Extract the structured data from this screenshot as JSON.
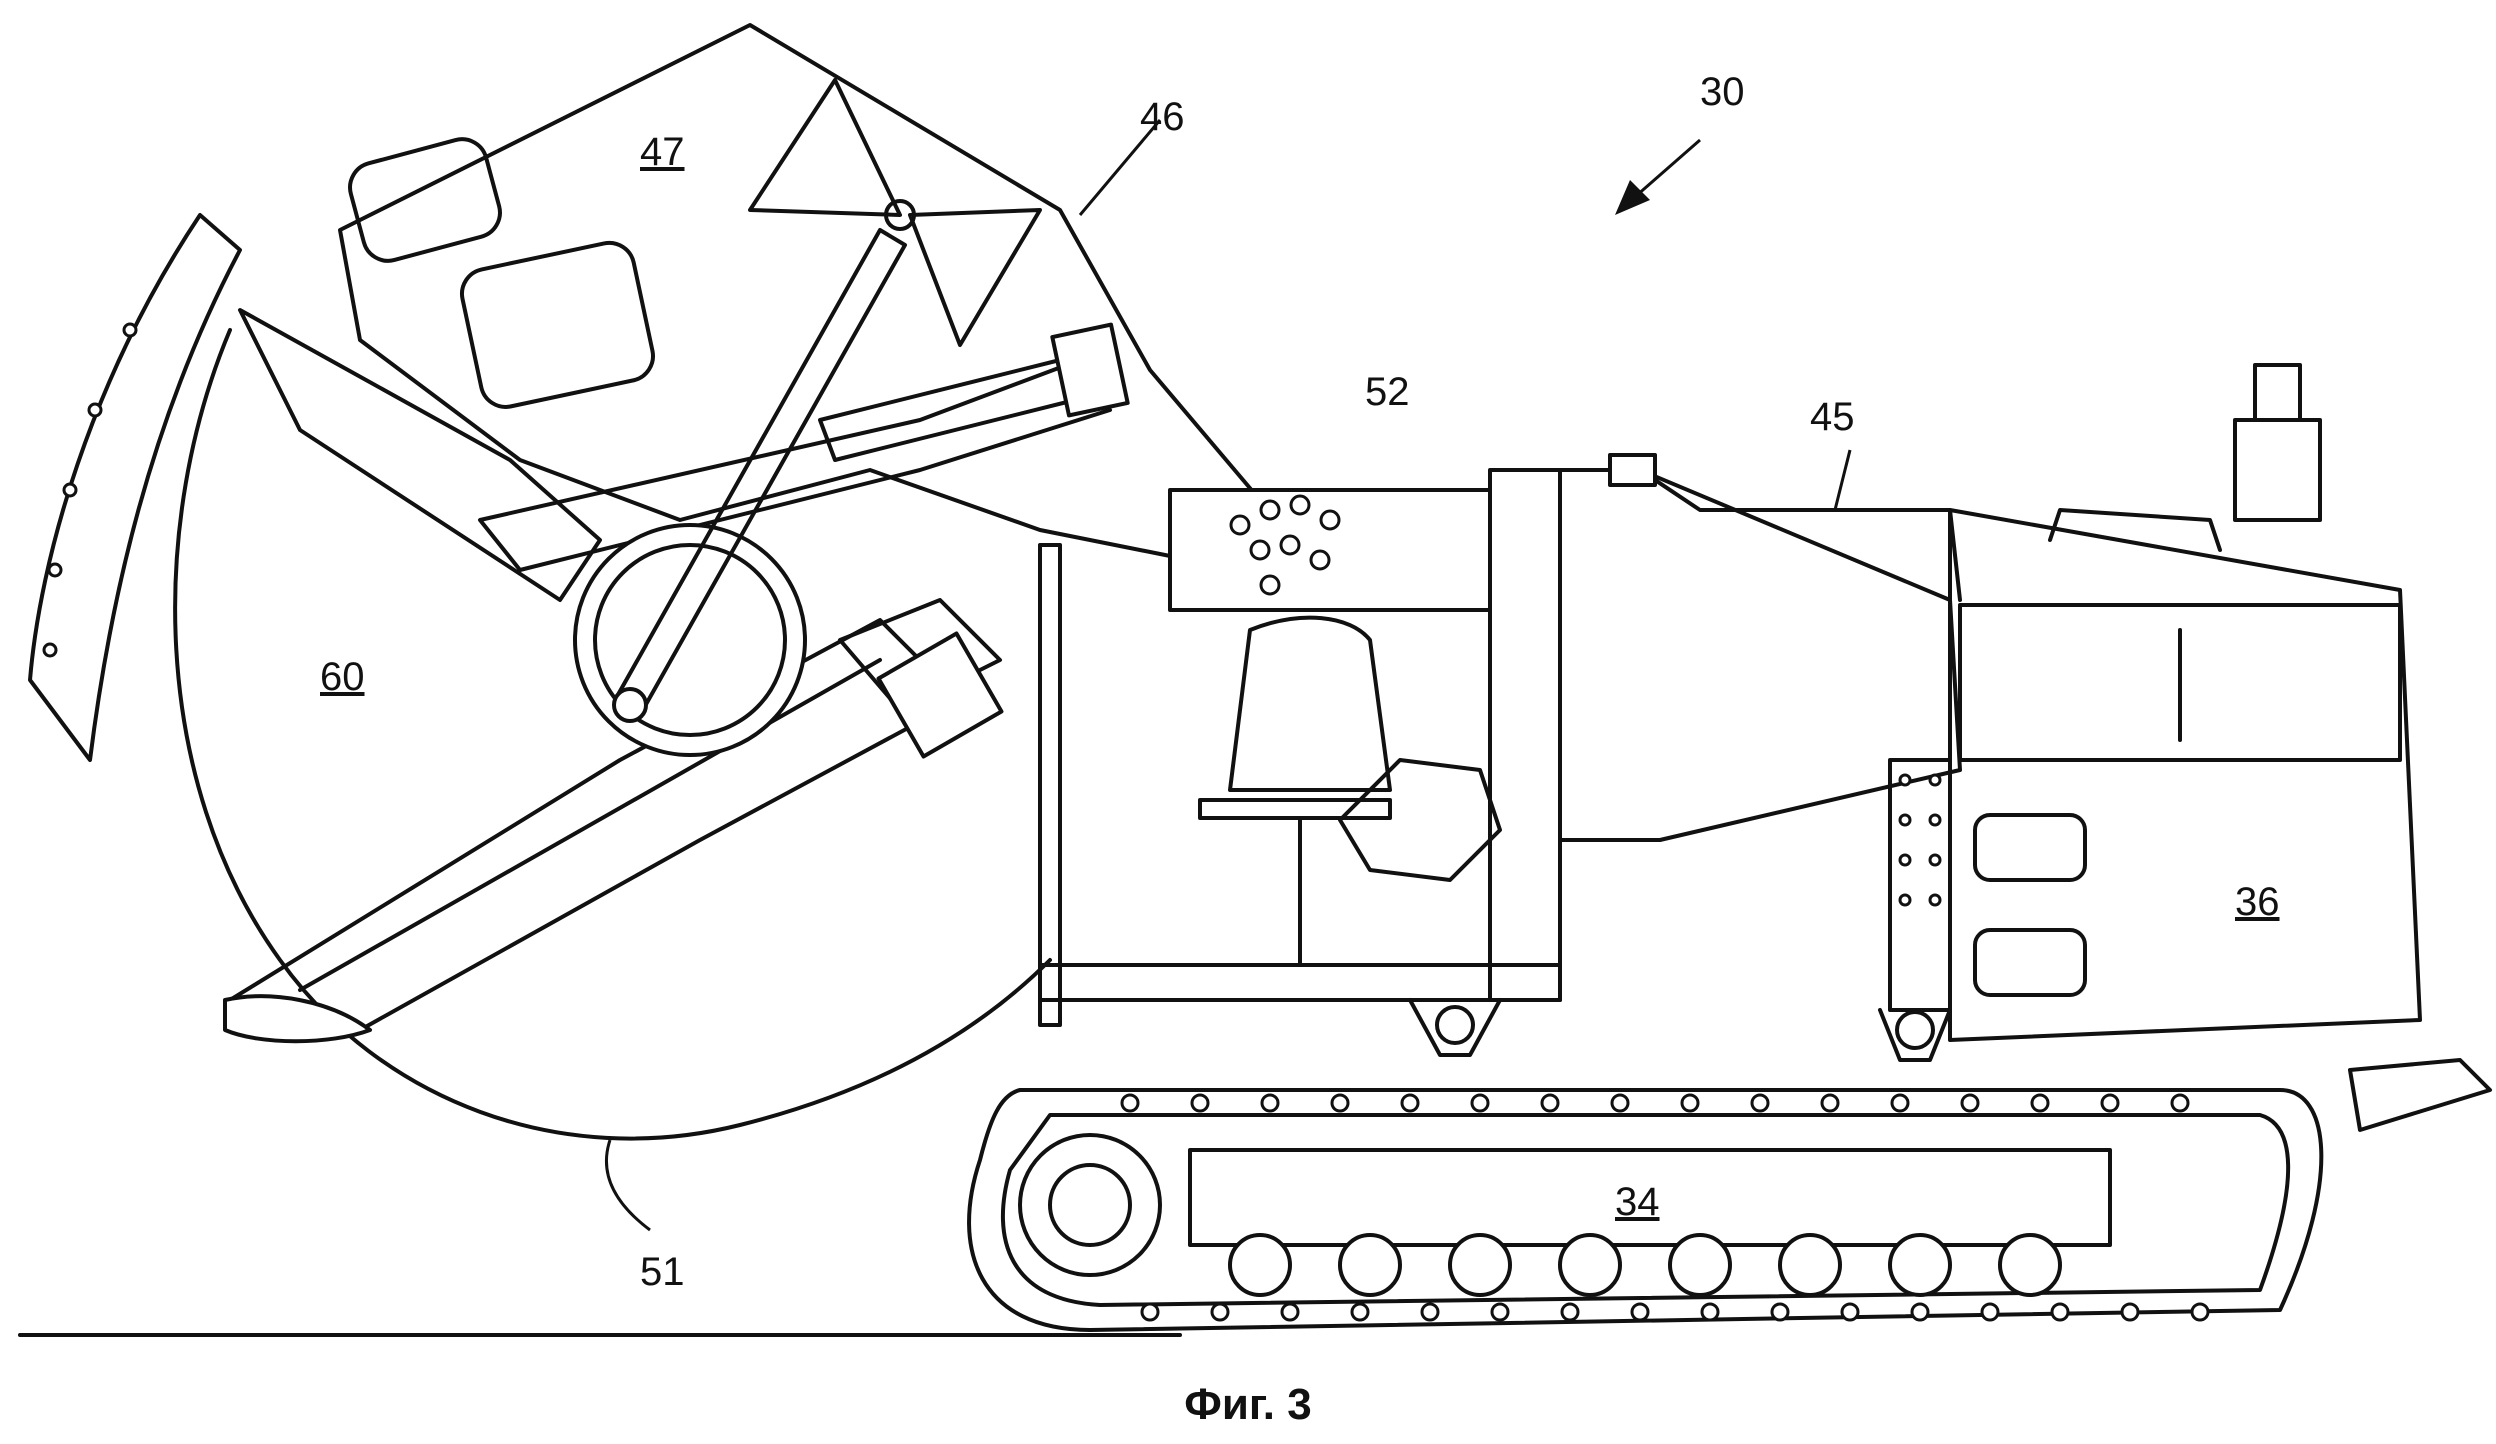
{
  "figure": {
    "caption": "Фиг. 3",
    "labels": {
      "machine": "30",
      "crawler_track": "34",
      "engine_housing": "36",
      "frame": "45",
      "boom_arm": "46",
      "cutter_guard": "47",
      "cutting_wheel_edge": "51",
      "operator_cab": "52",
      "cutting_wheel": "60"
    }
  }
}
